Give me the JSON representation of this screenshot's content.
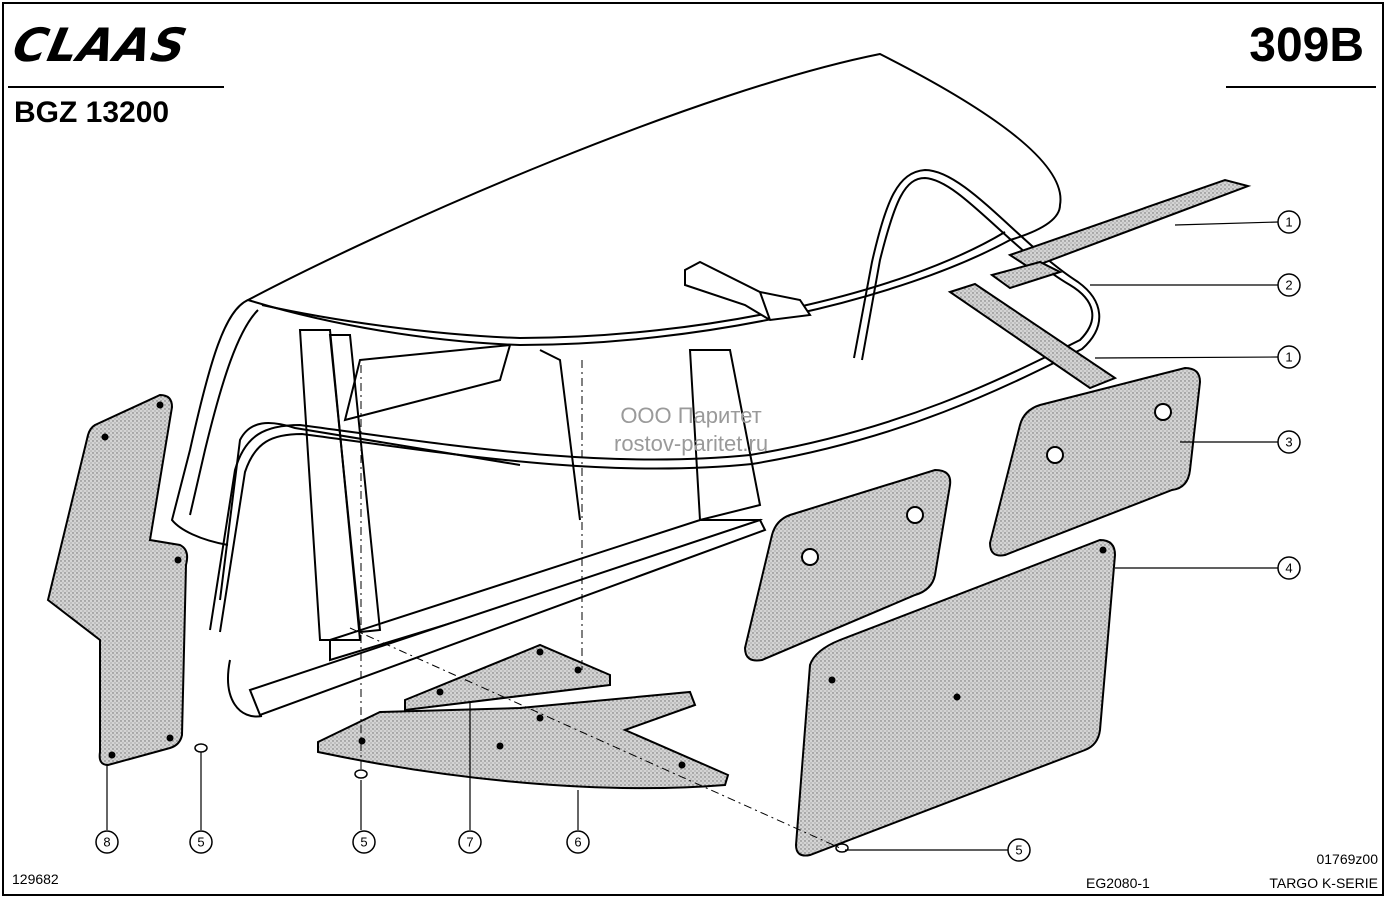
{
  "header": {
    "brand": "CLAAS",
    "model": "BGZ 13200",
    "page": "309B"
  },
  "watermark": {
    "line1": "ООО Паритет",
    "line2": "rostov-paritet.ru"
  },
  "callouts": [
    "1",
    "2",
    "1",
    "3",
    "4",
    "5",
    "6",
    "7",
    "5",
    "5",
    "8"
  ],
  "footer": {
    "left_code": "129682",
    "center_code": "EG2080-1",
    "drawing_code": "01769z00",
    "series": "TARGO K-SERIE"
  },
  "colors": {
    "ink": "#000000",
    "panel_fill": "#c8c8c8",
    "watermark": "#9a9a9a"
  }
}
